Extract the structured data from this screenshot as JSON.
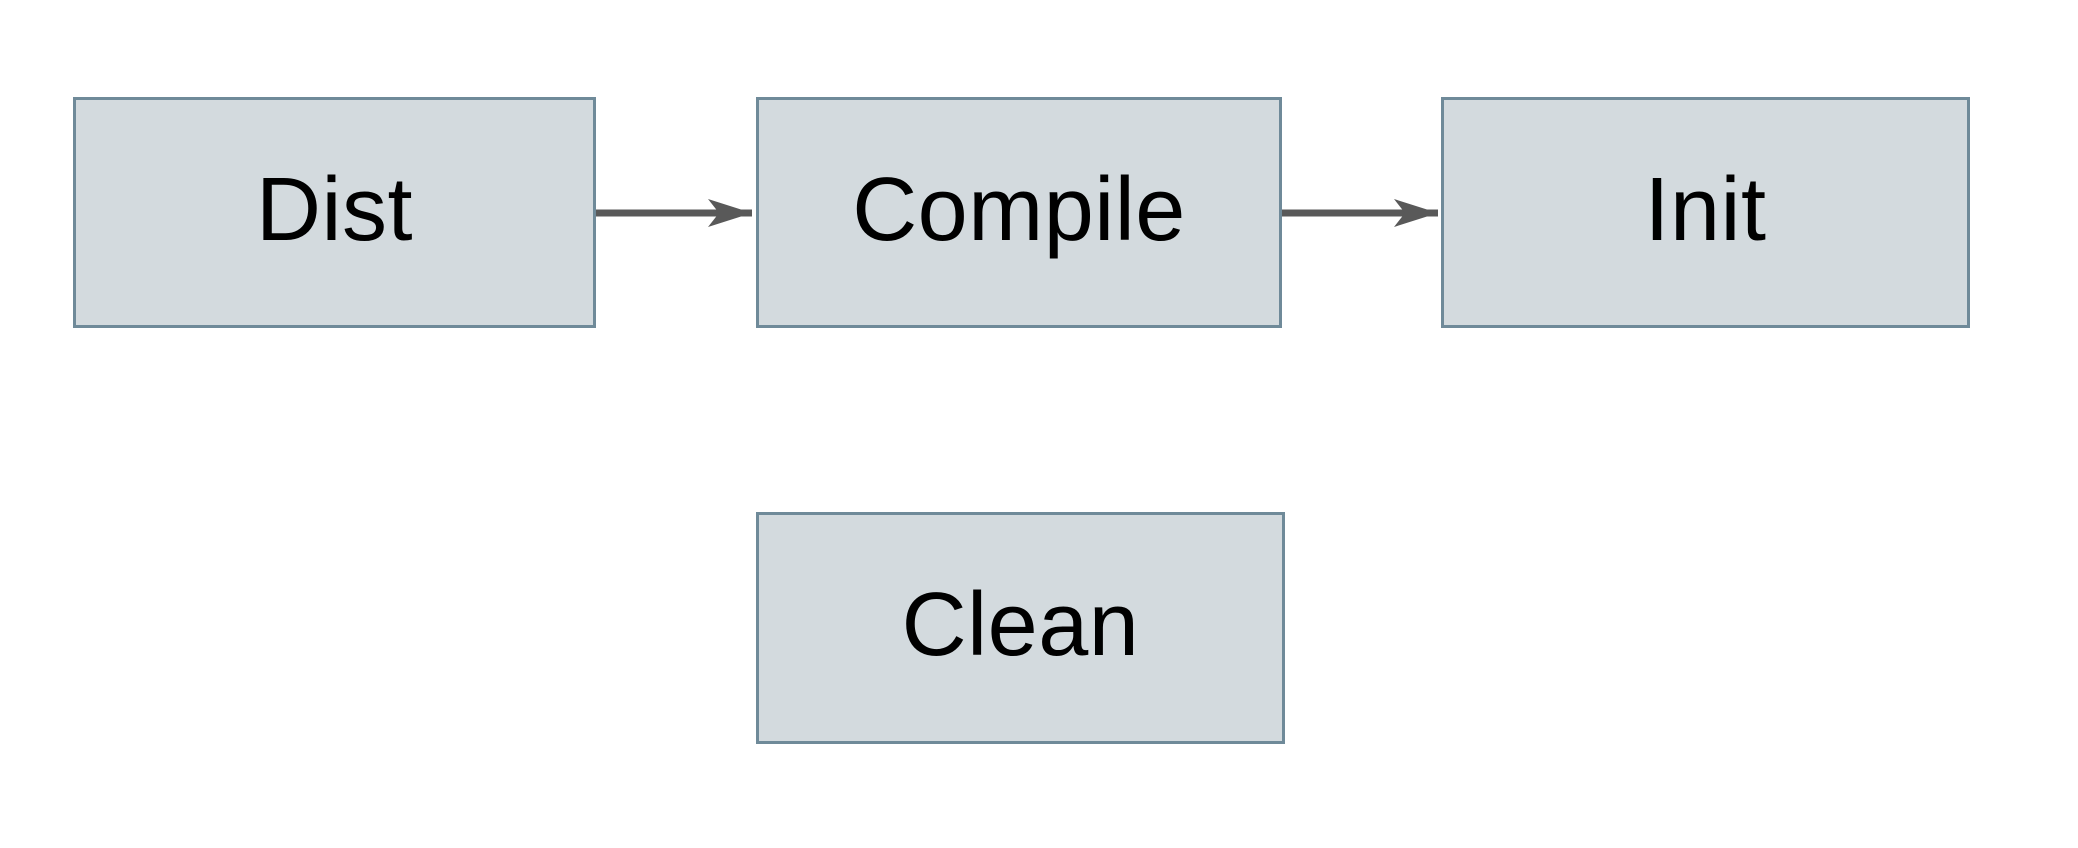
{
  "diagram": {
    "background_color": "#ffffff",
    "node_fill_color": "#d3dade",
    "node_border_color": "#6f8a99",
    "arrow_color": "#595959",
    "label_color": "#000000",
    "nodes": [
      {
        "id": "dist",
        "label": "Dist",
        "row": "top"
      },
      {
        "id": "compile",
        "label": "Compile",
        "row": "top"
      },
      {
        "id": "init",
        "label": "Init",
        "row": "top"
      },
      {
        "id": "clean",
        "label": "Clean",
        "row": "bottom"
      }
    ],
    "edges": [
      {
        "from": "Dist",
        "to": "Compile",
        "arrowhead": "right"
      },
      {
        "from": "Compile",
        "to": "Init",
        "arrowhead": "right"
      }
    ]
  }
}
